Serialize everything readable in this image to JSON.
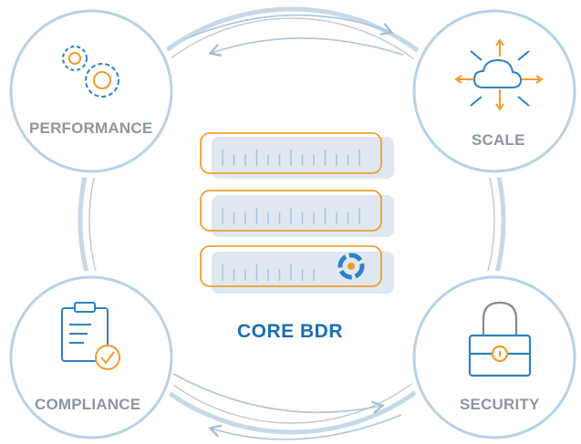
{
  "diagram": {
    "center_label": "CORE BDR",
    "nodes": [
      {
        "label": "PERFORMANCE",
        "icon": "gears-icon"
      },
      {
        "label": "SCALE",
        "icon": "cloud-arrows-icon"
      },
      {
        "label": "COMPLIANCE",
        "icon": "clipboard-check-icon"
      },
      {
        "label": "SECURITY",
        "icon": "padlock-icon"
      }
    ],
    "colors": {
      "circle_stroke": "#b8d2e6",
      "server_fill": "#dfe8f0",
      "server_outline": "#f0a030",
      "text_gray": "#8a97a3",
      "title_blue": "#1c6db4",
      "icon_blue": "#2d82c4",
      "icon_orange": "#f29b2c"
    }
  }
}
